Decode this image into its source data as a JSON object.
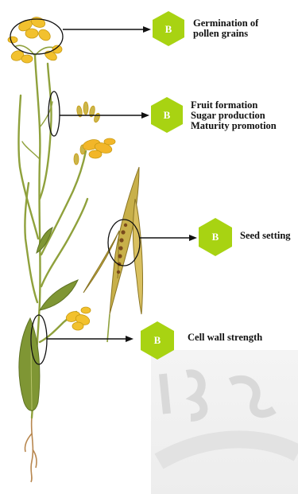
{
  "badge_letter": "B",
  "colors": {
    "badge": "#a8d312",
    "badge_text": "#ffffff",
    "arrow": "#111111",
    "flower": "#f2c12e",
    "stem": "#8fa13c",
    "pod": "#c8b04a"
  },
  "annotations": [
    {
      "id": "pollen",
      "lines": [
        "Germination of",
        "pollen grains"
      ]
    },
    {
      "id": "fruit",
      "lines": [
        "Fruit formation",
        "Sugar production",
        "Maturity promotion"
      ]
    },
    {
      "id": "seed",
      "lines": [
        "Seed setting"
      ]
    },
    {
      "id": "cellwall",
      "lines": [
        "Cell wall strength"
      ]
    }
  ]
}
